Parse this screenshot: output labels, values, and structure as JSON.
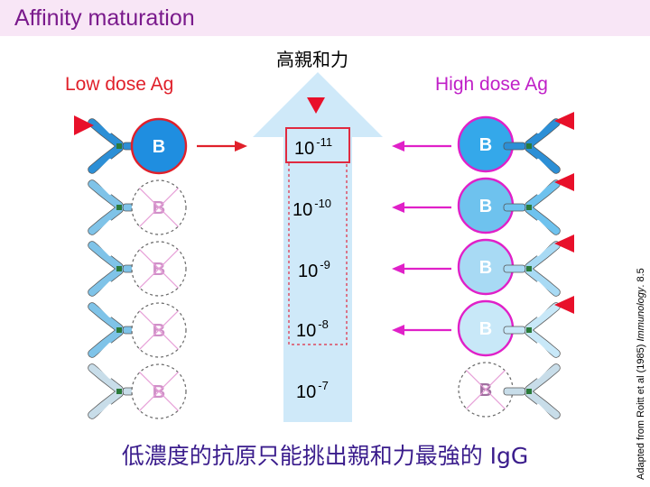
{
  "header": {
    "title": "Affinity maturation"
  },
  "labels": {
    "top": "高親和力",
    "low_dose": "Low dose Ag",
    "high_dose": "High dose Ag"
  },
  "affinity_values": [
    {
      "base": "10",
      "exp": "-11"
    },
    {
      "base": "10",
      "exp": "-10"
    },
    {
      "base": "10",
      "exp": "-9"
    },
    {
      "base": "10",
      "exp": "-8"
    },
    {
      "base": "10",
      "exp": "-7"
    }
  ],
  "cell_label": "B",
  "bottom_text": "低濃度的抗原只能挑出親和力最強的 IgG",
  "citation": {
    "prefix": "Adapted from Roitt et al (1985) ",
    "italic": "Immunology",
    "suffix": ". 8.5"
  },
  "colors": {
    "title": "#7a1a8c",
    "low_dose": "#e0202a",
    "high_dose": "#c020c8",
    "antigen": "#e8102a",
    "column": "#cfe9f9"
  }
}
